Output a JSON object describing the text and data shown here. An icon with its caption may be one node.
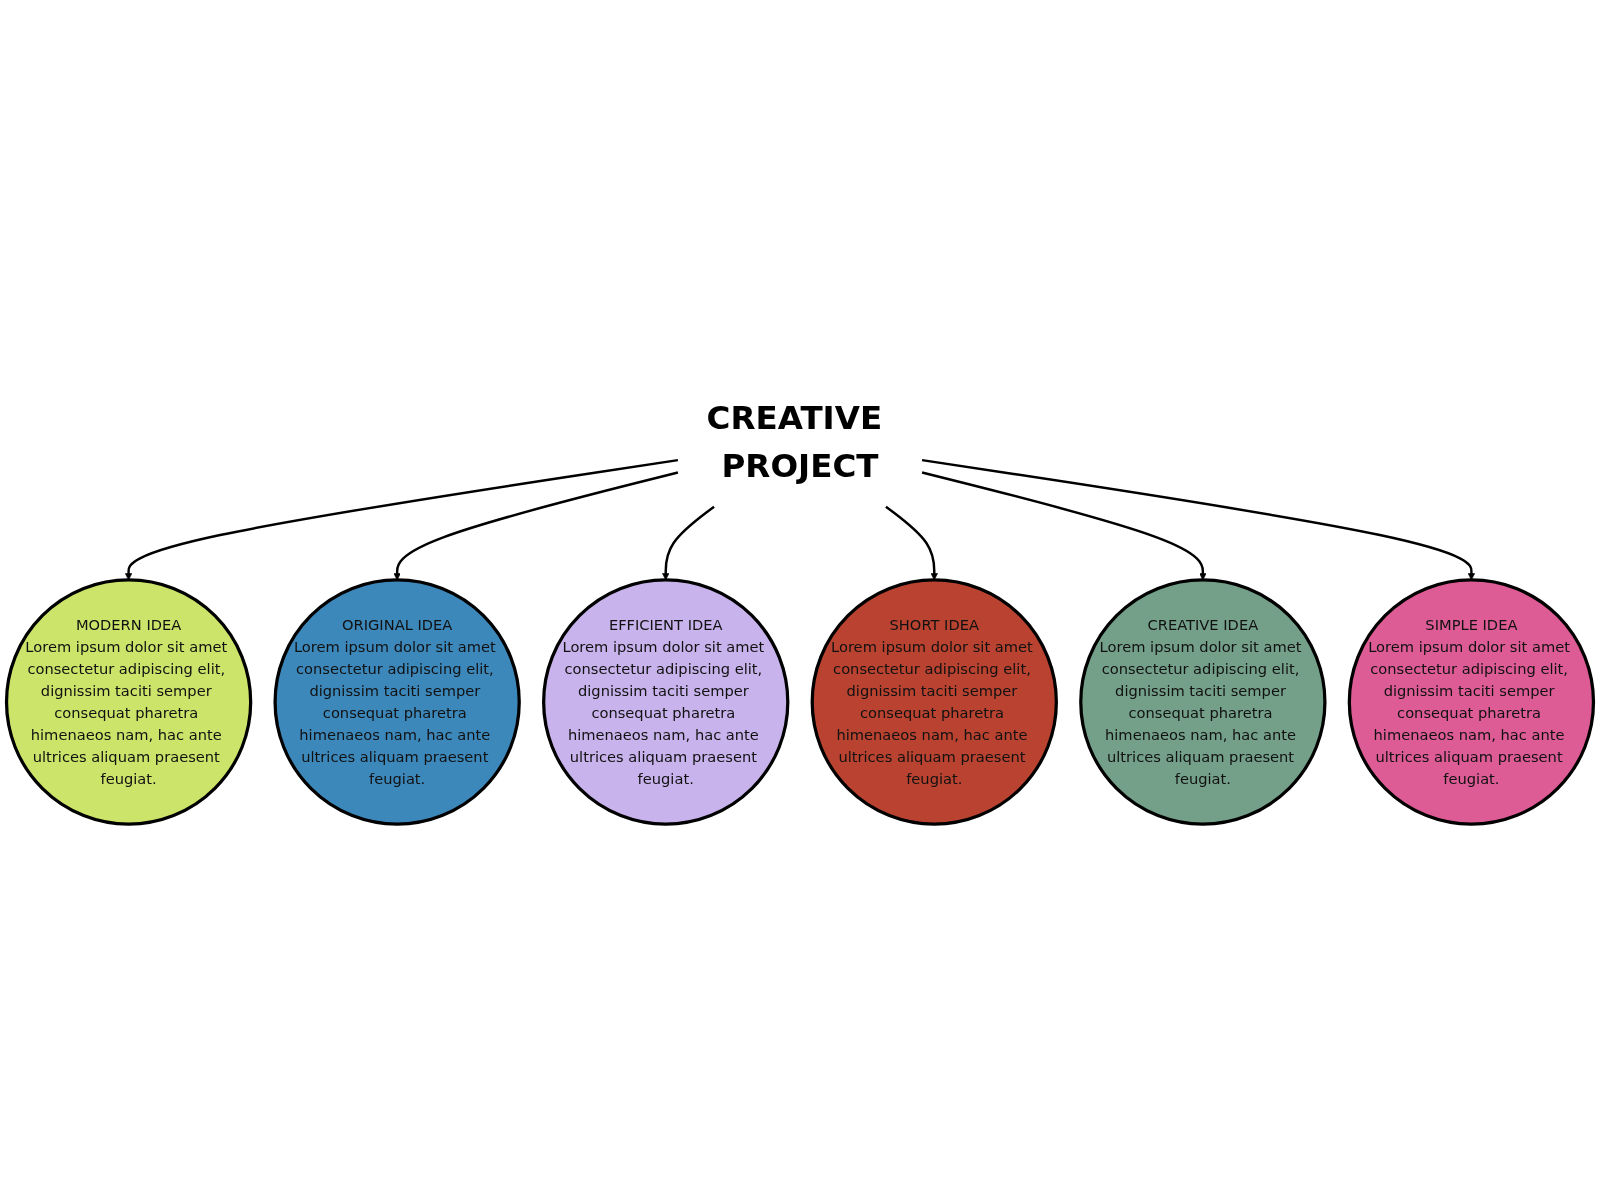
{
  "diagram": {
    "nodes": [
      {
        "text": [
          "CREATIVE PROJECT"
        ]
      },
      {
        "text": [
          "MODERN IDEA",
          "Lorem ipsum dolor sit amet consectetur adipiscing elit, dignissim taciti semper consequat pharetra himenaeos nam, hac ante ultrices aliquam praesent feugiat."
        ]
      },
      {
        "text": [
          "ORIGINAL IDEA",
          "Lorem ipsum dolor sit amet consectetur adipiscing elit, dignissim taciti semper consequat pharetra himenaeos nam, hac ante ultrices aliquam praesent feugiat."
        ]
      },
      {
        "text": [
          "EFFICIENT IDEA",
          "Lorem ipsum dolor sit amet consectetur adipiscing elit, dignissim taciti semper consequat pharetra himenaeos nam, hac ante ultrices aliquam praesent feugiat."
        ]
      },
      {
        "text": [
          "SHORT IDEA",
          "Lorem ipsum dolor sit amet consectetur adipiscing elit, dignissim taciti semper consequat pharetra himenaeos nam, hac ante ultrices aliquam praesent feugiat."
        ]
      },
      {
        "text": [
          "CREATIVE IDEA",
          "Lorem ipsum dolor sit amet consectetur adipiscing elit, dignissim taciti semper consequat pharetra himenaeos nam, hac ante ultrices aliquam praesent feugiat."
        ]
      },
      {
        "text": [
          "SIMPLE IDEA",
          "Lorem ipsum dolor sit amet consectetur adipiscing elit, dignissim taciti semper consequat pharetra himenaeos nam, hac ante ultrices aliquam praesent feugiat."
        ]
      }
    ],
    "edges": [
      {
        "from": 0,
        "to": 1,
        "arrow": "to"
      },
      {
        "from": 0,
        "to": 2,
        "arrow": "to"
      },
      {
        "from": 0,
        "to": 3,
        "arrow": "to"
      },
      {
        "from": 0,
        "to": 4,
        "arrow": "to"
      },
      {
        "from": 0,
        "to": 5,
        "arrow": "to"
      },
      {
        "from": 0,
        "to": 6,
        "arrow": "to"
      }
    ]
  }
}
